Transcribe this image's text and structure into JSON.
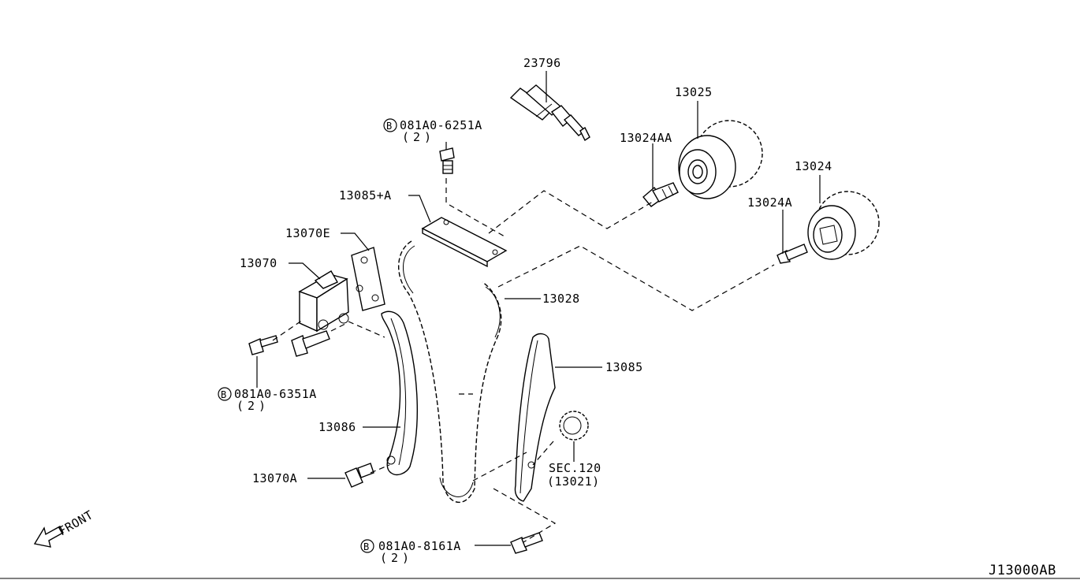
{
  "diagram_id": "J13000AB",
  "direction_label": "FRONT",
  "bolt_marker": "B",
  "labels": {
    "p23796": "23796",
    "p13025": "13025",
    "p13024AA": "13024AA",
    "p13024": "13024",
    "p13024A": "13024A",
    "b6251": "081A0-6251A",
    "b6251_qty": "(2)",
    "p13085A": "13085+A",
    "p13070E": "13070E",
    "p13070": "13070",
    "p13028": "13028",
    "p13085": "13085",
    "b6351": "081A0-6351A",
    "b6351_qty": "(2)",
    "p13086": "13086",
    "sec": "SEC.120",
    "sec_sub": "(13021)",
    "p13070A": "13070A",
    "b8161": "081A0-8161A",
    "b8161_qty": "(2)"
  }
}
